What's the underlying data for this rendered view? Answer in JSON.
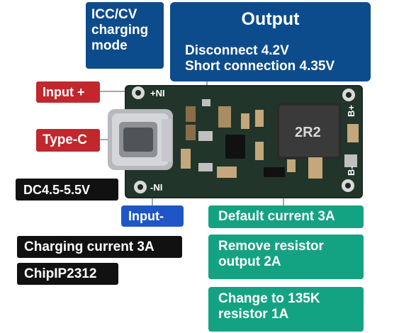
{
  "labels": {
    "iccv": [
      "ICC/CV",
      "charging",
      "mode"
    ],
    "output_title": "Output",
    "output_lines": [
      "Disconnect 4.2V",
      "Short connection 4.35V"
    ],
    "input_plus": "Input +",
    "type_c": "Type-C",
    "dc_range": "DC4.5-5.5V",
    "input_minus": "Input-",
    "charging_current": "Charging current 3A",
    "chip": "ChipIP2312",
    "default_current": "Default current 3A",
    "remove_resistor": [
      "Remove resistor",
      "output 2A"
    ],
    "change_resistor": [
      "Change to 135K",
      "resistor 1A"
    ]
  },
  "board": {
    "pad_plus": "+NI",
    "pad_minus": "-NI",
    "b_plus": "B+",
    "b_minus": "B-",
    "inductor": "2R2"
  },
  "colors": {
    "navy": "#0d4c8c",
    "red": "#c1272d",
    "green": "#14a382",
    "royal_blue": "#1f56c7",
    "black": "#111111",
    "pcb": "#1b2a22"
  }
}
